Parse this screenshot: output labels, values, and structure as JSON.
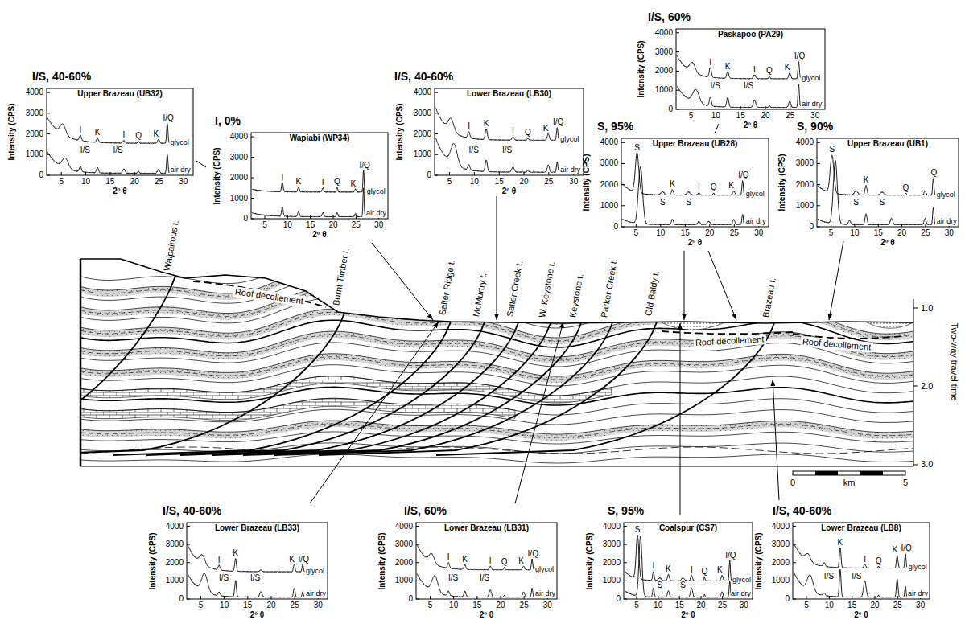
{
  "diagram": {
    "nodes": [
      {
        "text": [
          "I/S, 40-60%",
          "Upper Brazeau (UB32)",
          "Intensity (CPS)",
          "4000",
          "3000",
          "2000",
          "1000",
          "0",
          "5",
          "10",
          "15",
          "20",
          "25",
          "30",
          "2º θ",
          "I",
          "I/S",
          "K",
          "I",
          "I/S",
          "Q",
          "K",
          "I/Q",
          "glycol",
          "air dry"
        ]
      },
      {
        "text": [
          "I, 0%",
          "Wapiabi (WP34)",
          "Intensity (CPS)",
          "4000",
          "3000",
          "2000",
          "1000",
          "0",
          "5",
          "10",
          "15",
          "20",
          "25",
          "30",
          "2º θ",
          "I",
          "K",
          "I",
          "Q",
          "K",
          "I/Q",
          "glycol",
          "air dry"
        ]
      },
      {
        "text": [
          "I/S, 40-60%",
          "Lower Brazeau (LB30)",
          "Intensity (CPS)",
          "4000",
          "3000",
          "2000",
          "1000",
          "0",
          "5",
          "10",
          "15",
          "20",
          "25",
          "30",
          "2º θ",
          "I",
          "I/S",
          "K",
          "I",
          "I/S",
          "Q",
          "K",
          "I/Q",
          "glycol",
          "air dry"
        ]
      },
      {
        "text": [
          "I/S, 60%",
          "Paskapoo (PA29)",
          "Intensity (CPS)",
          "4000",
          "3000",
          "2000",
          "1000",
          "0",
          "5",
          "10",
          "15",
          "20",
          "25",
          "30",
          "2º θ",
          "I",
          "I/S",
          "K",
          "I",
          "I/S",
          "Q",
          "K",
          "I/Q",
          "glycol",
          "air dry"
        ]
      },
      {
        "text": [
          "S, 95%",
          "Upper Brazeau (UB28)",
          "Intensity (CPS)",
          "4000",
          "3000",
          "2000",
          "1000",
          "0",
          "5",
          "10",
          "15",
          "20",
          "25",
          "30",
          "2º θ",
          "S",
          "S",
          "K",
          "S",
          "I",
          "Q",
          "K",
          "I/Q",
          "glycol",
          "air dry"
        ]
      },
      {
        "text": [
          "S, 90%",
          "Upper Brazeau (UB1)",
          "Intensity (CPS)",
          "4000",
          "3000",
          "2000",
          "1000",
          "0",
          "5",
          "10",
          "15",
          "20",
          "25",
          "30",
          "2º θ",
          "S",
          "S",
          "K",
          "S",
          "Q",
          "Q",
          "glycol",
          "air dry"
        ]
      },
      {
        "text": [
          "I/S, 40-60%",
          "Lower Brazeau (LB33)",
          "Intensity (CPS)",
          "4000",
          "3000",
          "2000",
          "1000",
          "0",
          "5",
          "10",
          "15",
          "20",
          "25",
          "30",
          "2º θ",
          "I",
          "I/S",
          "K",
          "I/S",
          "K",
          "I/Q",
          "glycol",
          "air dry"
        ]
      },
      {
        "text": [
          "I/S, 60%",
          "Lower Brazeau (LB31)",
          "Intensity (CPS)",
          "4000",
          "3000",
          "2000",
          "1000",
          "0",
          "5",
          "10",
          "15",
          "20",
          "25",
          "30",
          "2º θ",
          "I",
          "I/S",
          "K",
          "I/S",
          "I",
          "Q",
          "K",
          "I/Q",
          "glycol",
          "air dry"
        ]
      },
      {
        "text": [
          "S, 95%",
          "Coalspur (CS7)",
          "Intensity (CPS)",
          "4000",
          "3000",
          "2000",
          "1000",
          "0",
          "5",
          "10",
          "15",
          "20",
          "25",
          "30",
          "2º θ",
          "S",
          "I",
          "S",
          "K",
          "S",
          "I",
          "Q",
          "K",
          "I/Q",
          "glycol",
          "air dry"
        ]
      },
      {
        "text": [
          "I/S, 40-60%",
          "Lower Brazeau (LB8)",
          "Intensity (CPS)",
          "4000",
          "3000",
          "2000",
          "1000",
          "0",
          "5",
          "10",
          "15",
          "20",
          "25",
          "30",
          "2º θ",
          "K",
          "I/S",
          "I",
          "I/S",
          "Q",
          "K",
          "I/Q",
          "glycol",
          "air dry"
        ]
      }
    ],
    "labels": [
      "Waipairous t.",
      "Burnt Timber t.",
      "Salter Ridge t.",
      "McMurtry t.",
      "Salter Creek t.",
      "W. Keystone t.",
      "Keystone t.",
      "Parker Creek t.",
      "Old Baldy t.",
      "Brazeau t.",
      "Roof decollement",
      "Roof decollement",
      "Roof decollement",
      "Two-way travel time",
      "1.0",
      "2.0",
      "3.0",
      "0",
      "km",
      "5"
    ]
  }
}
